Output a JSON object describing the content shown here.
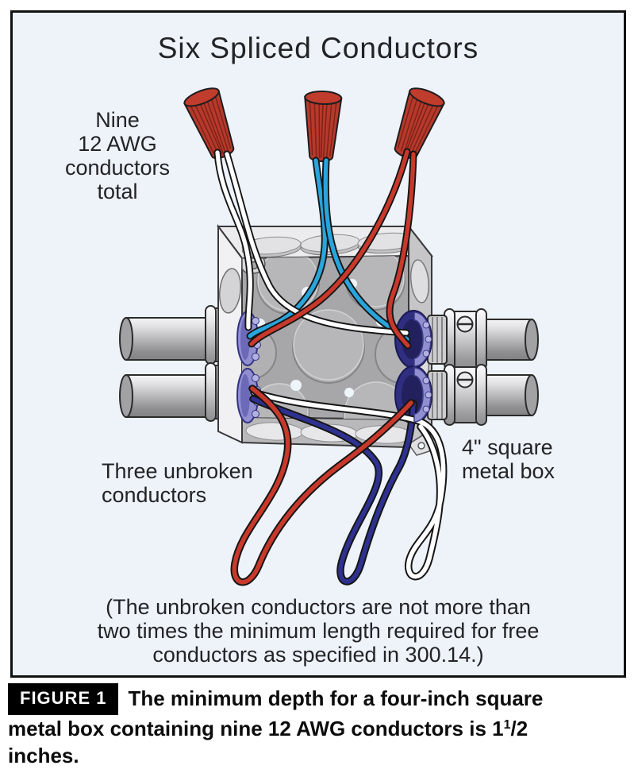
{
  "panel": {
    "title": "Six Spliced Conductors",
    "labels": {
      "top_left": {
        "line1": "Nine",
        "line2": "12 AWG",
        "line3": "conductors",
        "line4": "total"
      },
      "bottom_left": {
        "line1": "Three unbroken",
        "line2": "conductors"
      },
      "right": {
        "line1": "4\" square",
        "line2": "metal box"
      },
      "footnote": {
        "line1": "(The unbroken conductors are not more than",
        "line2": "two times the minimum length required for free",
        "line3": "conductors as specified in 300.14.)"
      }
    }
  },
  "caption": {
    "badge": "FIGURE 1",
    "line1": "The minimum depth for a four-inch square",
    "line2": "metal box containing nine 12 AWG conductors is 1",
    "sup": "1",
    "frac": "/2",
    "line3": "inches."
  },
  "diagram": {
    "subject": "four-inch square metal junction box with six spliced conductors and three unbroken conductor loops",
    "wire_nut_count": 3,
    "conduit_count": 4,
    "colors": {
      "panel_background": "#edf3f8",
      "wire_red": "#c8392b",
      "wire_blue": "#29a5dc",
      "wire_navy": "#2e3190",
      "wire_white": "#ffffff",
      "wire_nut_red": "#b7392b",
      "locknut_lavender": "#918fd0",
      "locknut_navy": "#2f2e80",
      "box_metal": "#c6c6c8",
      "caption_badge_background": "#000000"
    }
  }
}
